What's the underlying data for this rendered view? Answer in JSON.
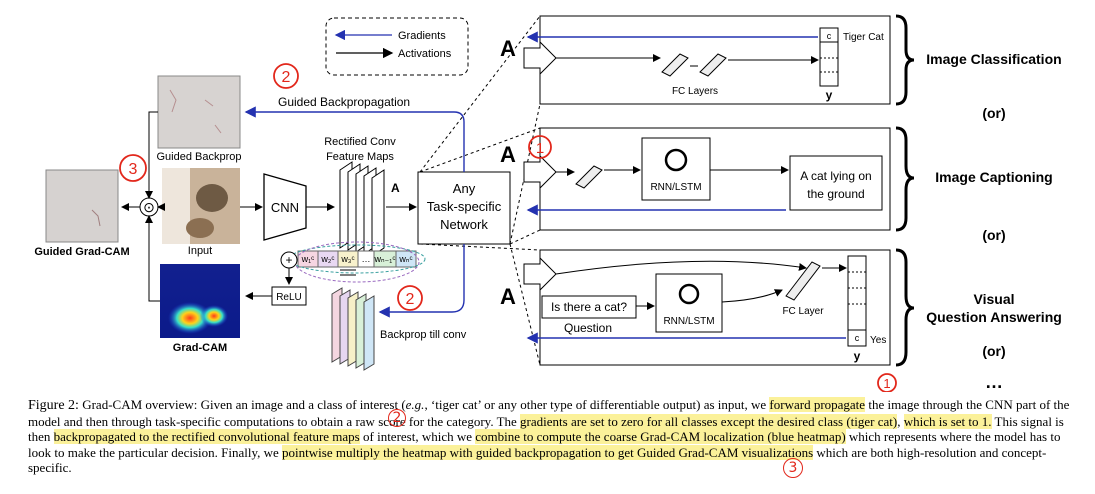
{
  "diagram": {
    "legend": {
      "gradients": "Gradients",
      "activations": "Activations"
    },
    "guided_backprop_arrow": "Guided Backpropagation",
    "guided_backprop_label": "Guided Backprop",
    "input_label": "Input",
    "guided_gradcam_label": "Guided Grad-CAM",
    "gradcam_label": "Grad-CAM",
    "cnn": "CNN",
    "relu": "ReLU",
    "plus": "+",
    "odot": "⊙",
    "rectified_line1": "Rectified Conv",
    "rectified_line2": "Feature Maps",
    "A": "A",
    "task_line1": "Any",
    "task_line2": "Task-specific",
    "task_line3": "Network",
    "backprop_till_conv": "Backprop till conv",
    "weights": [
      "w₁ᶜ",
      "w₂ᶜ",
      "w₃ᶜ",
      "…",
      "wₙ₋₁ᶜ",
      "wₙᶜ"
    ],
    "fc_layers": "FC Layers",
    "fc_layer": "FC Layer",
    "c": "c",
    "y": "y",
    "tiger_cat": "Tiger Cat",
    "yes": "Yes",
    "rnn_lstm": "RNN/LSTM",
    "caption_line1": "A cat lying on",
    "caption_line2": "the ground",
    "question_text": "Is there a cat?",
    "question_label": "Question",
    "tasks": [
      "Image Classification",
      "Image Captioning",
      "Visual",
      "Question Answering"
    ],
    "or": "(or)",
    "ellipsis": "…",
    "annotations": {
      "two": "2",
      "three": "3",
      "one": "1"
    }
  },
  "caption": {
    "fig": "Figure 2:",
    "seg": [
      " Grad-CAM overview: Given an image and a class of interest (",
      "e.g.",
      ", ‘tiger cat’ or any other type of differentiable output) as input, we ",
      "forward propagate",
      " the image through the CNN part of the model and then through task-specific computations to obtain a raw score for the category. The ",
      "gradients are set to zero for all classes except the desired class (tiger cat)",
      ", ",
      "which is set to 1.",
      " This signal is then ",
      "backpropagated to the rectified convolutional feature maps",
      " of interest, which we ",
      "combine to compute the coarse Grad-CAM localization (blue heatmap)",
      " which represents where the model has to look to make the particular decision. Finally, we ",
      "pointwise multiply the heatmap with guided backpropagation to get Guided Grad-CAM visualizations",
      " which are both high-resolution and concept-specific."
    ]
  },
  "colors": {
    "gradient_arrow": "#2432b0",
    "annotation": "#e2271b",
    "highlight": "#fbf19a"
  }
}
